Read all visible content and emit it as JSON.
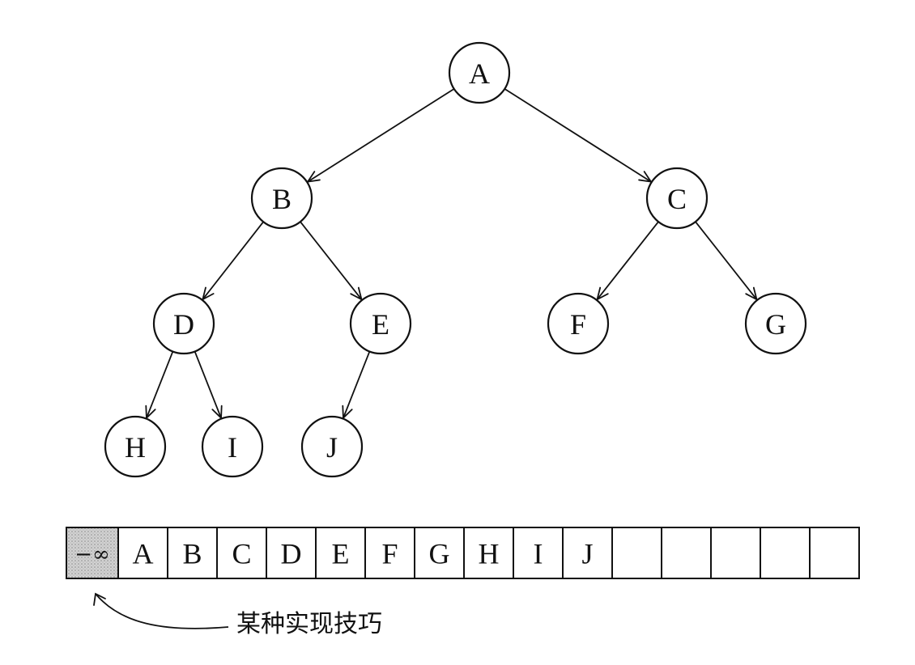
{
  "tree": {
    "nodes": [
      {
        "id": "A",
        "label": "A"
      },
      {
        "id": "B",
        "label": "B"
      },
      {
        "id": "C",
        "label": "C"
      },
      {
        "id": "D",
        "label": "D"
      },
      {
        "id": "E",
        "label": "E"
      },
      {
        "id": "F",
        "label": "F"
      },
      {
        "id": "G",
        "label": "G"
      },
      {
        "id": "H",
        "label": "H"
      },
      {
        "id": "I",
        "label": "I"
      },
      {
        "id": "J",
        "label": "J"
      }
    ],
    "edges": [
      {
        "from": "A",
        "to": "B"
      },
      {
        "from": "A",
        "to": "C"
      },
      {
        "from": "B",
        "to": "D"
      },
      {
        "from": "B",
        "to": "E"
      },
      {
        "from": "C",
        "to": "F"
      },
      {
        "from": "C",
        "to": "G"
      },
      {
        "from": "D",
        "to": "H"
      },
      {
        "from": "D",
        "to": "I"
      },
      {
        "from": "E",
        "to": "J"
      }
    ]
  },
  "array": {
    "sentinel": "−∞",
    "cells": [
      "A",
      "B",
      "C",
      "D",
      "E",
      "F",
      "G",
      "H",
      "I",
      "J",
      "",
      "",
      "",
      "",
      ""
    ]
  },
  "annotation": {
    "text": "某种实现技巧"
  },
  "colors": {
    "ink": "#111111",
    "sentinel_fill": "#c8c8c8",
    "background": "#ffffff"
  }
}
